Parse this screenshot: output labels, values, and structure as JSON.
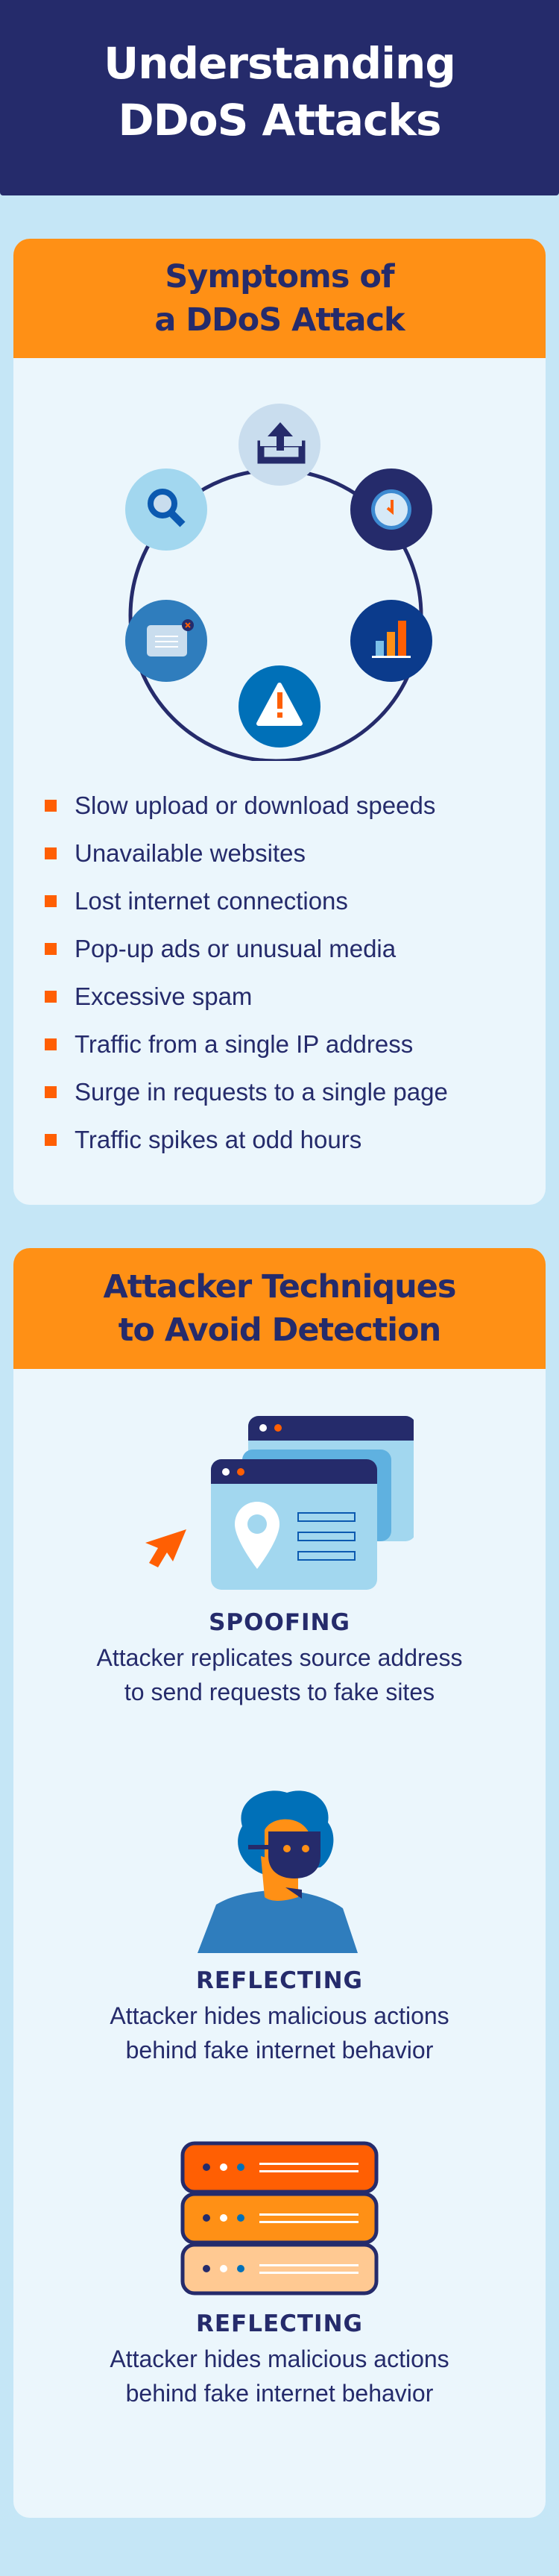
{
  "header": {
    "title_line1": "Understanding",
    "title_line2": "DDoS Attacks"
  },
  "colors": {
    "navy": "#252b6b",
    "orange": "#ff9015",
    "red_orange": "#ff5f03",
    "page_bg": "#c5e6f6",
    "card_bg": "#ebf6fc"
  },
  "symptoms": {
    "title_line1": "Symptoms of",
    "title_line2": "a DDoS Attack",
    "icons": [
      "upload-icon",
      "clock-icon",
      "bar-chart-icon",
      "warning-icon",
      "popup-ad-icon",
      "search-icon"
    ],
    "items": [
      "Slow upload or download speeds",
      "Unavailable websites",
      "Lost internet connections",
      "Pop-up ads or unusual media",
      "Excessive spam",
      "Traffic from a single IP address",
      "Surge in requests to a single page",
      "Traffic spikes at odd hours"
    ]
  },
  "techniques": {
    "title_line1": "Attacker Techniques",
    "title_line2": "to Avoid Detection",
    "items": [
      {
        "title": "SPOOFING",
        "line1": "Attacker replicates source address",
        "line2": "to send requests to fake sites",
        "icon": "spoofed-browser-windows-icon"
      },
      {
        "title": "REFLECTING",
        "line1": "Attacker hides malicious actions",
        "line2": "behind fake internet behavior",
        "icon": "masked-attacker-icon"
      },
      {
        "title": "REFLECTING",
        "line1": "Attacker hides malicious actions",
        "line2": "behind fake internet behavior",
        "icon": "server-stack-icon"
      }
    ]
  }
}
